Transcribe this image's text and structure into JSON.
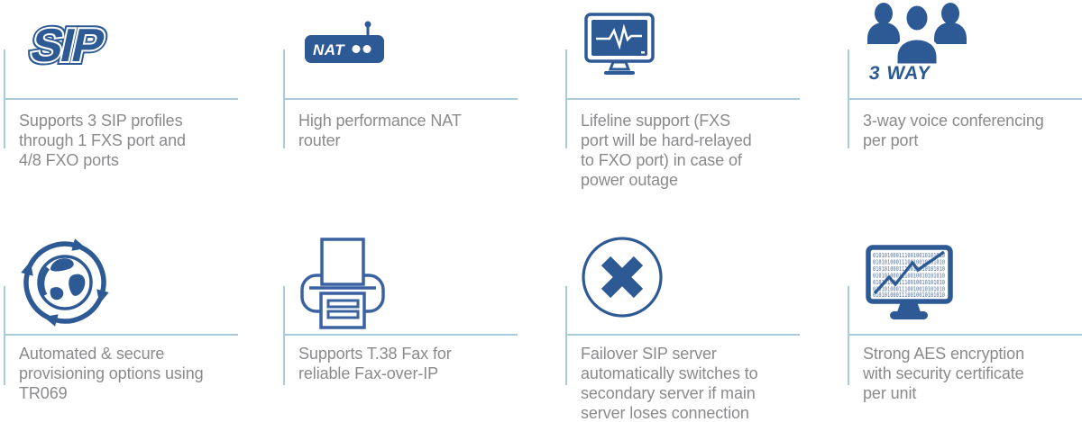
{
  "colors": {
    "primary": "#2d5995",
    "divider": "#a9cbdc",
    "text_gray": "#8a8a8d"
  },
  "features": [
    {
      "name": "sip-profiles",
      "label": "SIP",
      "description": "Supports 3 SIP profiles\nthrough 1 FXS port and\n4/8 FXO ports"
    },
    {
      "name": "nat-router",
      "label": "NAT",
      "description": "High performance NAT\nrouter"
    },
    {
      "name": "lifeline-support",
      "description": "Lifeline support (FXS\nport will be hard-relayed\nto FXO port) in case of\npower outage"
    },
    {
      "name": "voice-conferencing",
      "label": "3 WAY",
      "description": "3-way voice conferencing\nper port"
    },
    {
      "name": "auto-provisioning",
      "description": "Automated & secure\nprovisioning options using\nTR069"
    },
    {
      "name": "t38-fax",
      "description": "Supports T.38 Fax for\nreliable Fax-over-IP"
    },
    {
      "name": "sip-failover",
      "description": "Failover SIP server\nautomatically switches to\nsecondary server if main\nserver loses connection"
    },
    {
      "name": "aes-encryption",
      "binary_row": "0101010001110010010101010",
      "description": "Strong AES encryption\nwith security certificate\nper unit"
    }
  ]
}
